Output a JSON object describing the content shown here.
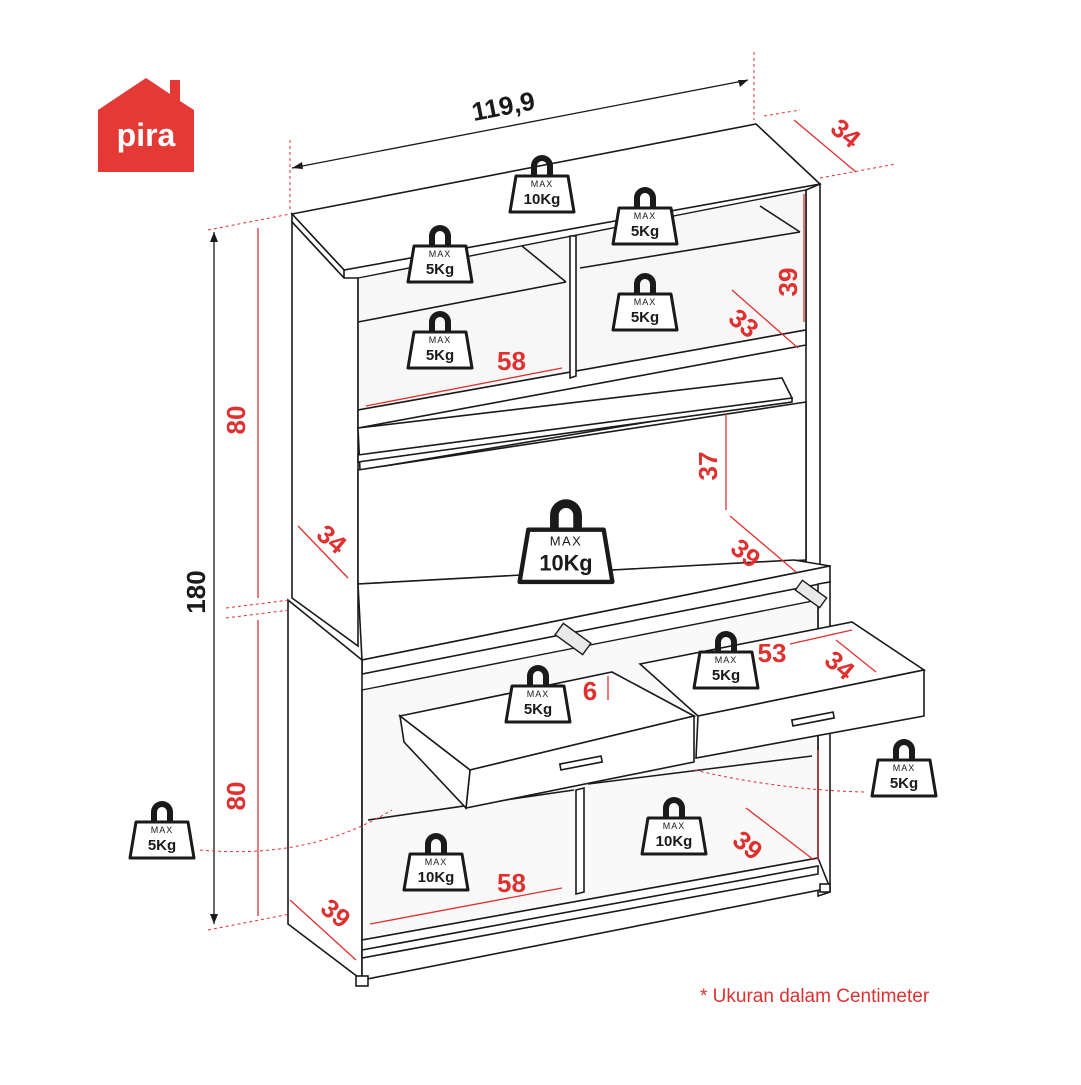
{
  "brand": {
    "name": "pira",
    "color": "#e53935"
  },
  "dimensions": {
    "width": "119,9",
    "depth_top": "34",
    "height_total": "180",
    "height_upper": "80",
    "height_lower": "80",
    "upper_shelf_width": "58",
    "upper_right_height": "39",
    "upper_right_depth": "33",
    "mid_height": "37",
    "mid_depth_left": "34",
    "mid_depth_right": "39",
    "drawer_width": "53",
    "drawer_depth": "34",
    "drawer_height": "6",
    "lower_shelf_width": "58",
    "lower_right_depth": "39",
    "base_depth": "39"
  },
  "weights": [
    {
      "max": "MAX",
      "value": "10Kg"
    },
    {
      "max": "MAX",
      "value": "5Kg"
    },
    {
      "max": "MAX",
      "value": "5Kg"
    },
    {
      "max": "MAX",
      "value": "5Kg"
    },
    {
      "max": "MAX",
      "value": "5Kg"
    },
    {
      "max": "MAX",
      "value": "10Kg"
    },
    {
      "max": "MAX",
      "value": "5Kg"
    },
    {
      "max": "MAX",
      "value": "5Kg"
    },
    {
      "max": "MAX",
      "value": "5Kg"
    },
    {
      "max": "MAX",
      "value": "5Kg"
    },
    {
      "max": "MAX",
      "value": "10Kg"
    },
    {
      "max": "MAX",
      "value": "10Kg"
    }
  ],
  "note": "* Ukuran dalam Centimeter",
  "colors": {
    "accent": "#e03131",
    "ink": "#1a1a1a"
  }
}
